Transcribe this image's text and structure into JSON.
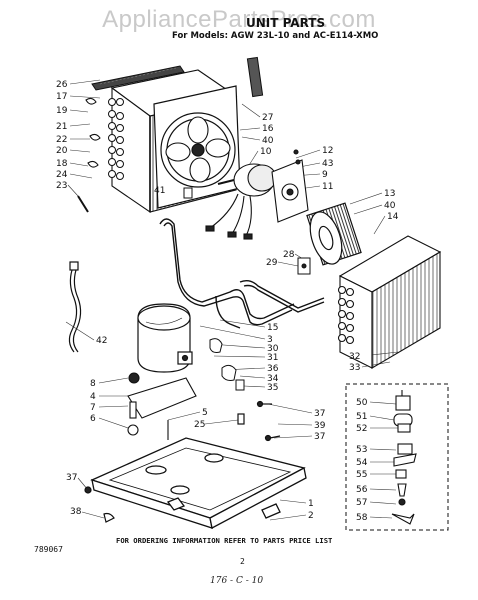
{
  "watermark": "AppliancePartsPros.com",
  "header": {
    "title": "UNIT PARTS",
    "subtitle": "For Models: AGW 23L-10 and AC-E114-XMO"
  },
  "callouts": [
    "26",
    "17",
    "19",
    "21",
    "22",
    "20",
    "18",
    "24",
    "23",
    "27",
    "16",
    "40",
    "10",
    "41",
    "12",
    "43",
    "9",
    "11",
    "13",
    "40",
    "14",
    "28",
    "29",
    "42",
    "15",
    "3",
    "30",
    "31",
    "36",
    "34",
    "35",
    "8",
    "4",
    "7",
    "6",
    "5",
    "25",
    "37",
    "39",
    "37",
    "32",
    "33",
    "50",
    "51",
    "52",
    "53",
    "54",
    "55",
    "56",
    "57",
    "58",
    "37",
    "38",
    "1",
    "2"
  ],
  "footer": {
    "ref_number": "789067",
    "notice": "FOR ORDERING INFORMATION REFER TO PARTS PRICE LIST",
    "page_number": "2",
    "handwritten_note": "176 - C - 10"
  }
}
